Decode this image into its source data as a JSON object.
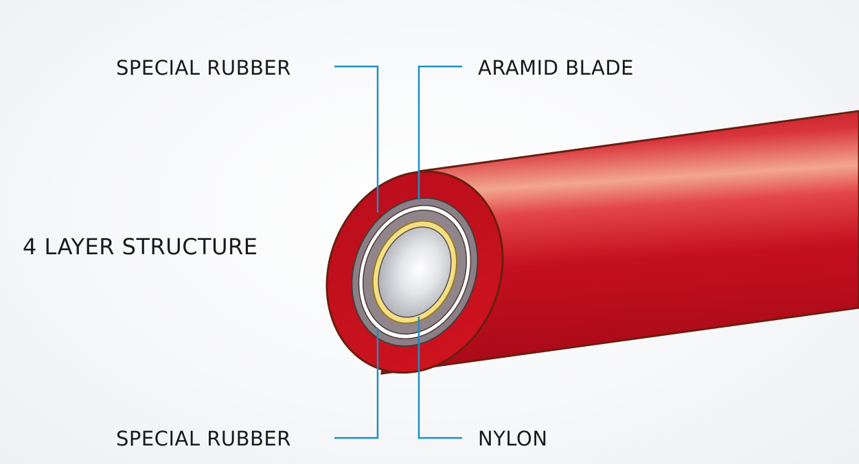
{
  "labels": {
    "top_left": "SPECIAL RUBBER",
    "top_right": "ARAMID BLADE",
    "bottom_left": "SPECIAL RUBBER",
    "bottom_right": "NYLON",
    "structure": "4 LAYER STRUCTURE"
  },
  "colors": {
    "leader_line": "#1e8fc4",
    "outer_rubber": "#c8101e",
    "tube_outline": "#6b1e10",
    "aramid_layer": "#8a7f86",
    "white_ring": "#ffffff",
    "nylon_layer": "#e8c94a",
    "inner_core": "#d4d6da"
  }
}
